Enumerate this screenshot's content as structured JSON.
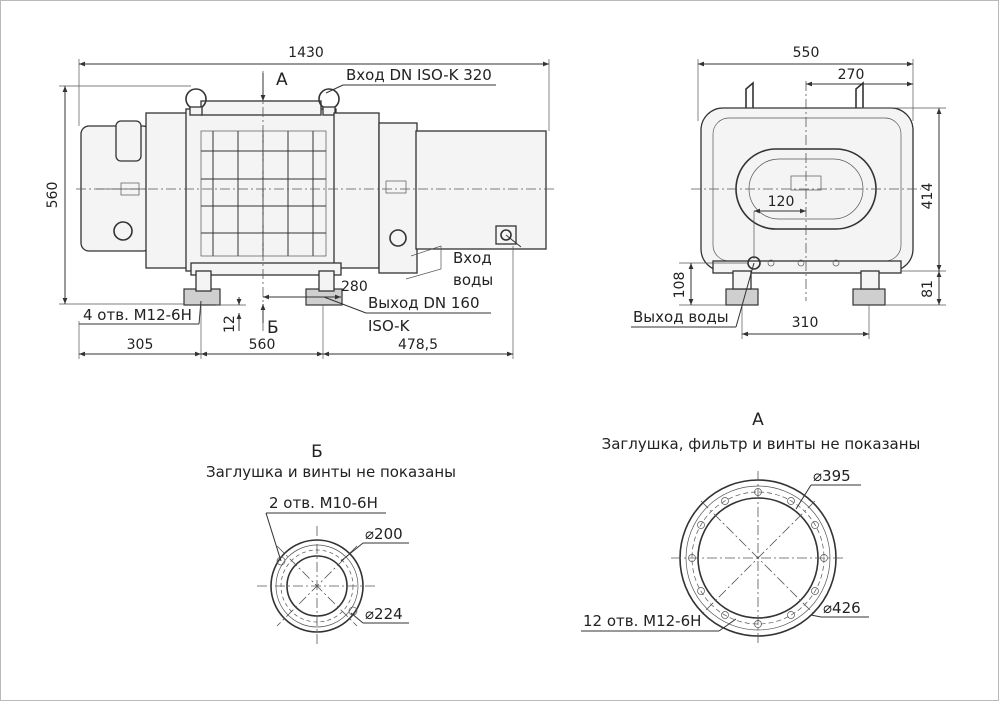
{
  "front_view": {
    "overall_length": "1430",
    "height": "560",
    "inlet_marker": "A",
    "inlet_label": "Вход DN ISO-K 320",
    "water_inlet_label_1": "Вход",
    "water_inlet_label_2": "воды",
    "outlet_offset": "280",
    "outlet_label_1": "Выход DN 160",
    "outlet_label_2": "ISO-K",
    "holes_label": "4 отв. M12-6H",
    "foot_height": "12",
    "outlet_marker": "Б",
    "dim_left": "305",
    "dim_middle": "560",
    "dim_right": "478,5"
  },
  "side_view": {
    "width": "550",
    "half_width": "270",
    "height": "414",
    "flange_width": "120",
    "water_height": "108",
    "foot_height": "81",
    "feet_spacing": "310",
    "water_outlet_label": "Выход воды"
  },
  "detail_b": {
    "title": "Б",
    "note": "Заглушка и винты не показаны",
    "holes": "2 отв. M10-6H",
    "inner_diameter": "⌀200",
    "outer_diameter": "⌀224"
  },
  "detail_a": {
    "title": "А",
    "note": "Заглушка, фильтр и винты не показаны",
    "inner_diameter": "⌀395",
    "outer_diameter": "⌀426",
    "holes": "12 отв. M12-6H"
  }
}
